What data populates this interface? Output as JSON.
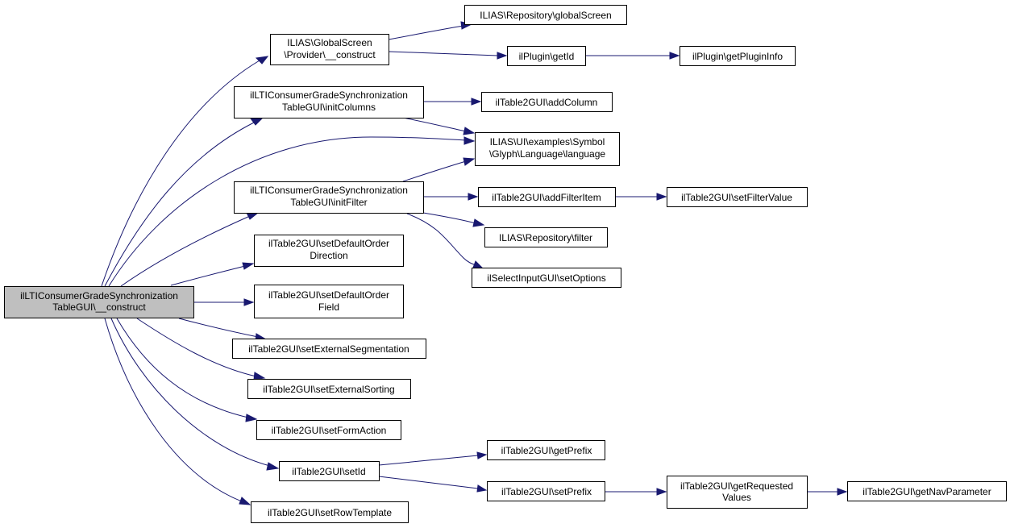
{
  "nodes": {
    "root": {
      "lines": [
        "ilLTIConsumerGradeSynchronization",
        "TableGUI\\__construct"
      ]
    },
    "provider": {
      "lines": [
        "ILIAS\\GlobalScreen",
        "\\Provider\\__construct"
      ]
    },
    "globalscreen": {
      "lines": [
        "ILIAS\\Repository\\globalScreen"
      ]
    },
    "getid": {
      "lines": [
        "ilPlugin\\getId"
      ]
    },
    "getplugininfo": {
      "lines": [
        "ilPlugin\\getPluginInfo"
      ]
    },
    "initcolumns": {
      "lines": [
        "ilLTIConsumerGradeSynchronization",
        "TableGUI\\initColumns"
      ]
    },
    "addcolumn": {
      "lines": [
        "ilTable2GUI\\addColumn"
      ]
    },
    "language": {
      "lines": [
        "ILIAS\\UI\\examples\\Symbol",
        "\\Glyph\\Language\\language"
      ]
    },
    "initfilter": {
      "lines": [
        "ilLTIConsumerGradeSynchronization",
        "TableGUI\\initFilter"
      ]
    },
    "addfilteritem": {
      "lines": [
        "ilTable2GUI\\addFilterItem"
      ]
    },
    "setfiltervalue": {
      "lines": [
        "ilTable2GUI\\setFilterValue"
      ]
    },
    "filter": {
      "lines": [
        "ILIAS\\Repository\\filter"
      ]
    },
    "setoptions": {
      "lines": [
        "ilSelectInputGUI\\setOptions"
      ]
    },
    "orderdirection": {
      "lines": [
        "ilTable2GUI\\setDefaultOrder",
        "Direction"
      ]
    },
    "orderfield": {
      "lines": [
        "ilTable2GUI\\setDefaultOrder",
        "Field"
      ]
    },
    "extsegmentation": {
      "lines": [
        "ilTable2GUI\\setExternalSegmentation"
      ]
    },
    "extsorting": {
      "lines": [
        "ilTable2GUI\\setExternalSorting"
      ]
    },
    "formaction": {
      "lines": [
        "ilTable2GUI\\setFormAction"
      ]
    },
    "setid": {
      "lines": [
        "ilTable2GUI\\setId"
      ]
    },
    "getprefix": {
      "lines": [
        "ilTable2GUI\\getPrefix"
      ]
    },
    "setprefix": {
      "lines": [
        "ilTable2GUI\\setPrefix"
      ]
    },
    "requestedvalues": {
      "lines": [
        "ilTable2GUI\\getRequested",
        "Values"
      ]
    },
    "navparameter": {
      "lines": [
        "ilTable2GUI\\getNavParameter"
      ]
    },
    "rowtemplate": {
      "lines": [
        "ilTable2GUI\\setRowTemplate"
      ]
    }
  },
  "edges": [
    [
      "root",
      "provider"
    ],
    [
      "root",
      "initcolumns"
    ],
    [
      "root",
      "language"
    ],
    [
      "root",
      "initfilter"
    ],
    [
      "root",
      "orderdirection"
    ],
    [
      "root",
      "orderfield"
    ],
    [
      "root",
      "extsegmentation"
    ],
    [
      "root",
      "extsorting"
    ],
    [
      "root",
      "formaction"
    ],
    [
      "root",
      "setid"
    ],
    [
      "root",
      "rowtemplate"
    ],
    [
      "provider",
      "globalscreen"
    ],
    [
      "provider",
      "getid"
    ],
    [
      "getid",
      "getplugininfo"
    ],
    [
      "initcolumns",
      "addcolumn"
    ],
    [
      "initcolumns",
      "language"
    ],
    [
      "initfilter",
      "language"
    ],
    [
      "initfilter",
      "addfilteritem"
    ],
    [
      "initfilter",
      "filter"
    ],
    [
      "initfilter",
      "setoptions"
    ],
    [
      "addfilteritem",
      "setfiltervalue"
    ],
    [
      "setid",
      "getprefix"
    ],
    [
      "setid",
      "setprefix"
    ],
    [
      "setprefix",
      "requestedvalues"
    ],
    [
      "requestedvalues",
      "navparameter"
    ]
  ],
  "colors": {
    "edge": "#191970",
    "root_fill": "#bfbfbf",
    "node_fill": "#ffffff",
    "border": "#000000"
  }
}
